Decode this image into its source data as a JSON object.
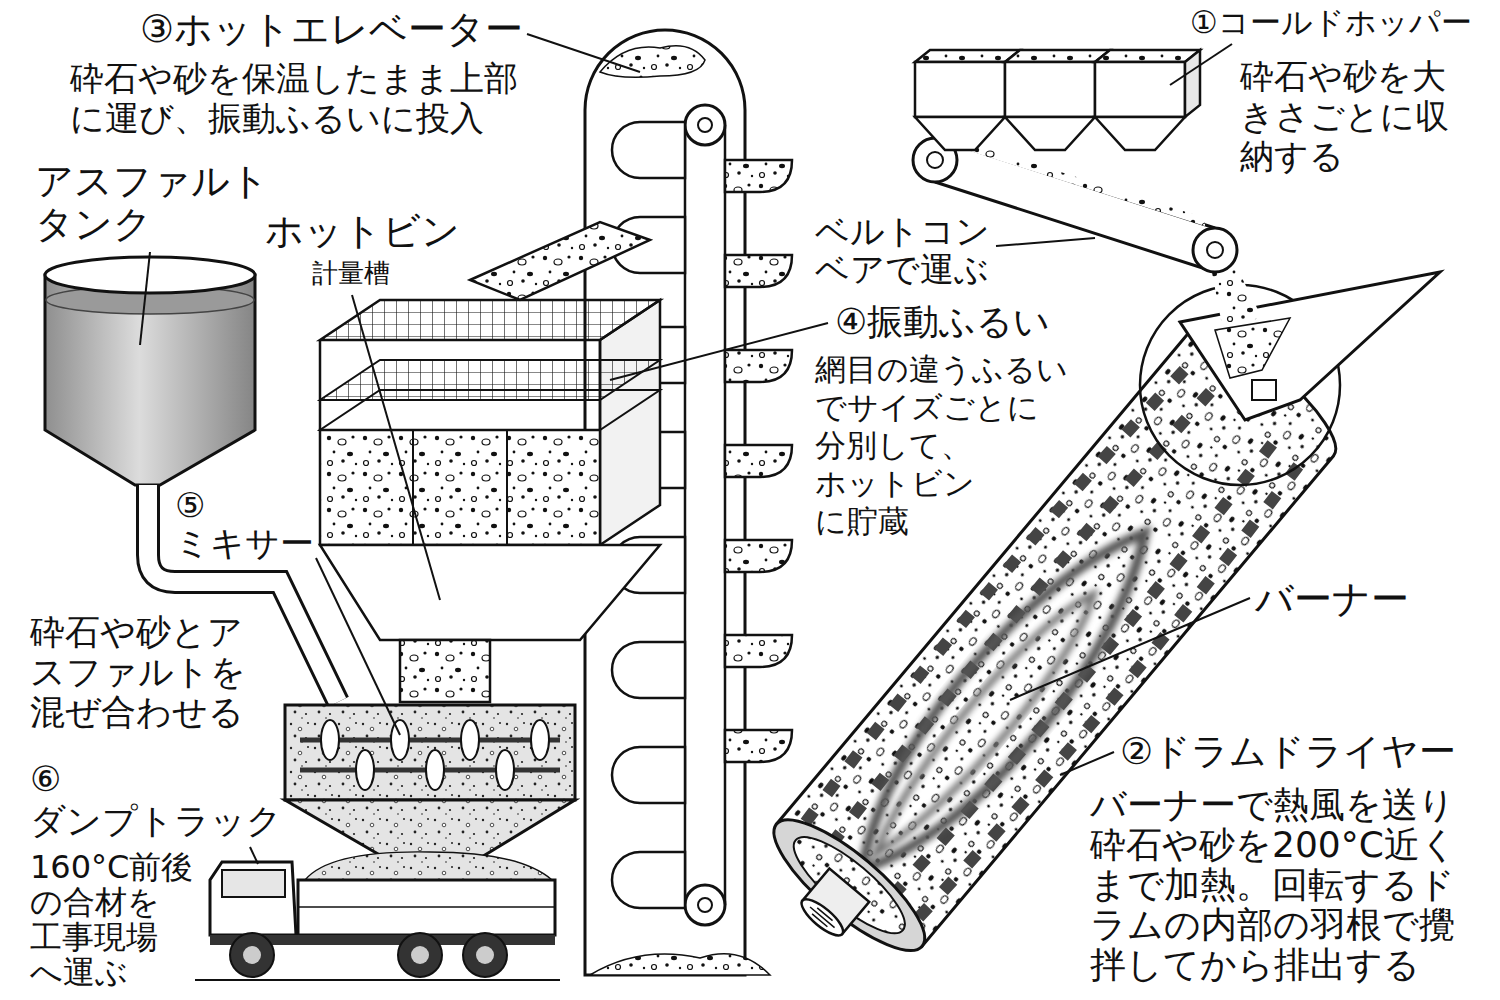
{
  "diagram": {
    "labels": [
      "③ホットエレベーター",
      "砕石や砂を保温したまま上部 に運び、振動ふるいに投入",
      "①コールドホッパー",
      "砕石や砂を大 きさごとに収 納する",
      "アスファルト タンク",
      "ホットビン",
      "計量槽",
      "ベルトコン ベアで運ぶ",
      "④振動ふるい",
      "網目の違うふるい でサイズごとに 分別して、 ホットビン に貯蔵",
      "⑤ ミキサー",
      "バーナー",
      "砕石や砂とア スファルトを 混ぜ合わせる",
      "②ドラムドライヤー",
      "バーナーで熱風を送り 砕石や砂を200°C近く まで加熱。回転するド ラムの内部の羽根で攪 拌してから排出する",
      "⑥ ダンプトラック",
      "160°C前後 の合材を 工事現場 へ運ぶ"
    ]
  }
}
